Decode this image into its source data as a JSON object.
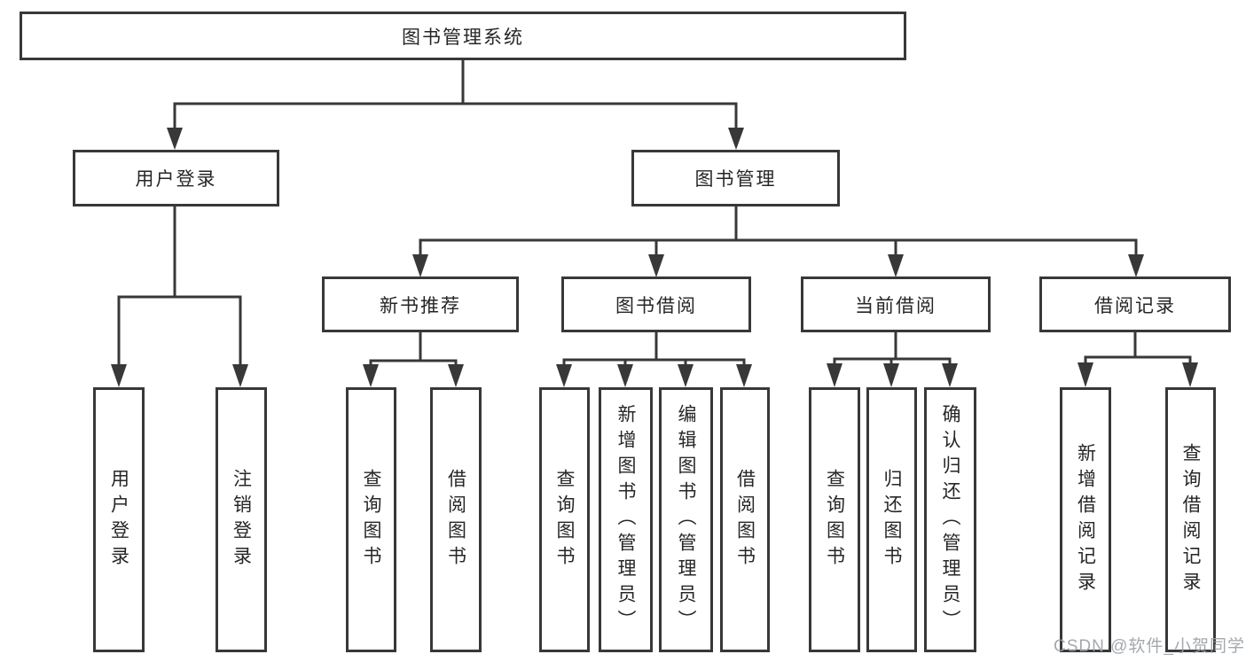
{
  "diagram": {
    "root": "图书管理系统",
    "level2": [
      "用户登录",
      "图书管理"
    ],
    "level3": [
      "新书推荐",
      "图书借阅",
      "当前借阅",
      "借阅记录"
    ],
    "leaves": {
      "login": [
        "用户登录",
        "注销登录"
      ],
      "recommend": [
        "查询图书",
        "借阅图书"
      ],
      "borrow": [
        "查询图书",
        "新增图书（管理员）",
        "编辑图书（管理员）",
        "借阅图书"
      ],
      "current": [
        "查询图书",
        "归还图书",
        "确认归还（管理员）"
      ],
      "records": [
        "新增借阅记录",
        "查询借阅记录"
      ]
    },
    "watermark": "CSDN @软件_小贺同学",
    "colors": {
      "line": "#383838",
      "text": "#262626",
      "background": "#ffffff",
      "watermark": "#9aa0a6"
    }
  }
}
